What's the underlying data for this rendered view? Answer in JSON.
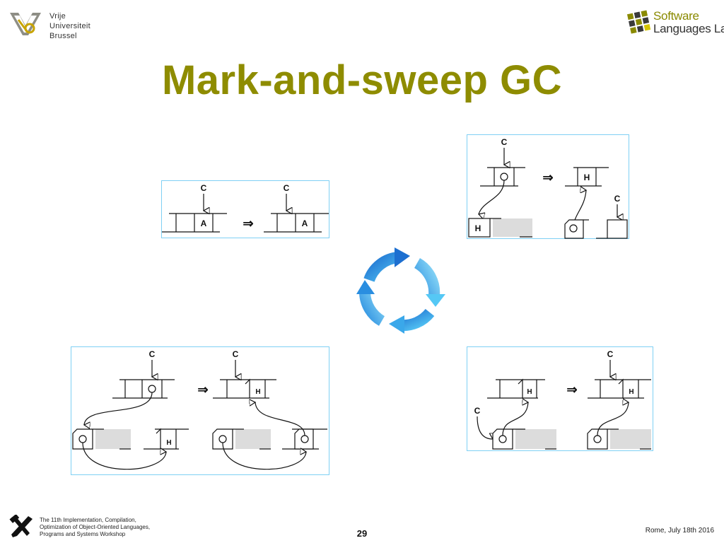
{
  "header": {
    "vub_logo_lines": [
      "Vrije",
      "Universiteit",
      "Brussel"
    ],
    "soft_logo_lines": [
      "Software",
      "Languages Lab"
    ]
  },
  "title": "Mark-and-sweep GC",
  "diagram": {
    "panel_a": {
      "labels": {
        "c_left": "C",
        "c_right": "C",
        "a_left": "A",
        "a_right": "A",
        "arrow": "⇒"
      }
    },
    "panel_b": {
      "labels": {
        "c_top": "C",
        "h_left": "H",
        "h_right": "H",
        "c_right": "C",
        "arrow": "⇒"
      }
    },
    "panel_c": {
      "labels": {
        "c_left": "C",
        "c_right": "C",
        "h_top_right": "H",
        "h_bottom_left": "H",
        "arrow": "⇒"
      }
    },
    "panel_d": {
      "labels": {
        "c_side": "C",
        "c_right": "C",
        "h_left": "H",
        "h_right": "H",
        "arrow": "⇒"
      }
    }
  },
  "colors": {
    "title": "#8e8c00",
    "panel_border": "#7fd0f4",
    "cycle_dark": "#1d6fd0",
    "cycle_light": "#55c8f5",
    "placeholder_fill": "#dcdcdc"
  },
  "footer": {
    "conference_lines": [
      "The 11th Implementation, Compilation,",
      "Optimization of Object-Oriented Languages,",
      "Programs and Systems Workshop"
    ],
    "page_number": "29",
    "date": "Rome, July 18th 2016"
  }
}
